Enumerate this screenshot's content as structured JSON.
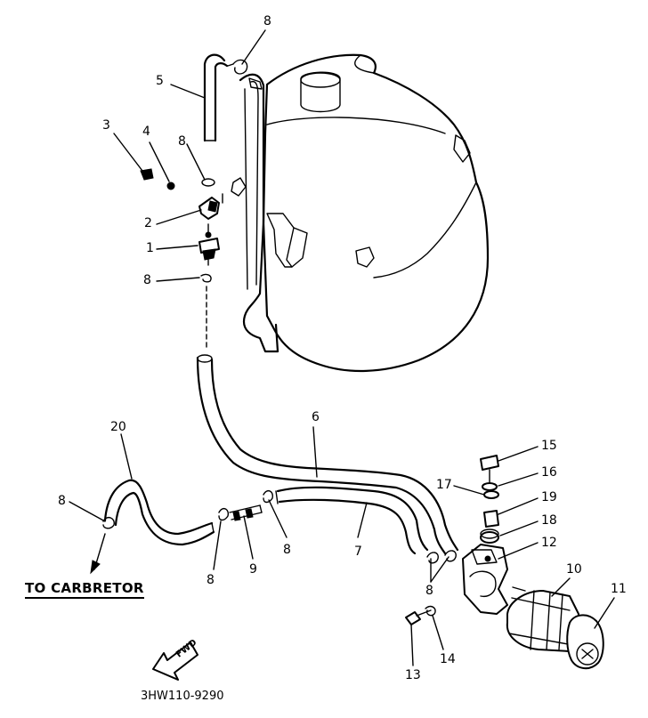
{
  "diagram": {
    "destination_label": "TO CARBRETOR",
    "forward_label": "FWD",
    "drawing_code": "3HW110-9290",
    "callouts": [
      {
        "id": "c8a",
        "text": "8"
      },
      {
        "id": "c5",
        "text": "5"
      },
      {
        "id": "c3",
        "text": "3"
      },
      {
        "id": "c4",
        "text": "4"
      },
      {
        "id": "c8b",
        "text": "8"
      },
      {
        "id": "c2",
        "text": "2"
      },
      {
        "id": "c1",
        "text": "1"
      },
      {
        "id": "c8c",
        "text": "8"
      },
      {
        "id": "c6",
        "text": "6"
      },
      {
        "id": "c20",
        "text": "20"
      },
      {
        "id": "c8d",
        "text": "8"
      },
      {
        "id": "c9",
        "text": "9"
      },
      {
        "id": "c8e",
        "text": "8"
      },
      {
        "id": "c8f",
        "text": "8"
      },
      {
        "id": "c7",
        "text": "7"
      },
      {
        "id": "c15",
        "text": "15"
      },
      {
        "id": "c16",
        "text": "16"
      },
      {
        "id": "c17",
        "text": "17"
      },
      {
        "id": "c19",
        "text": "19"
      },
      {
        "id": "c18",
        "text": "18"
      },
      {
        "id": "c12",
        "text": "12"
      },
      {
        "id": "c10",
        "text": "10"
      },
      {
        "id": "c11",
        "text": "11"
      },
      {
        "id": "c8g",
        "text": "8"
      },
      {
        "id": "c14",
        "text": "14"
      },
      {
        "id": "c13",
        "text": "13"
      }
    ]
  }
}
